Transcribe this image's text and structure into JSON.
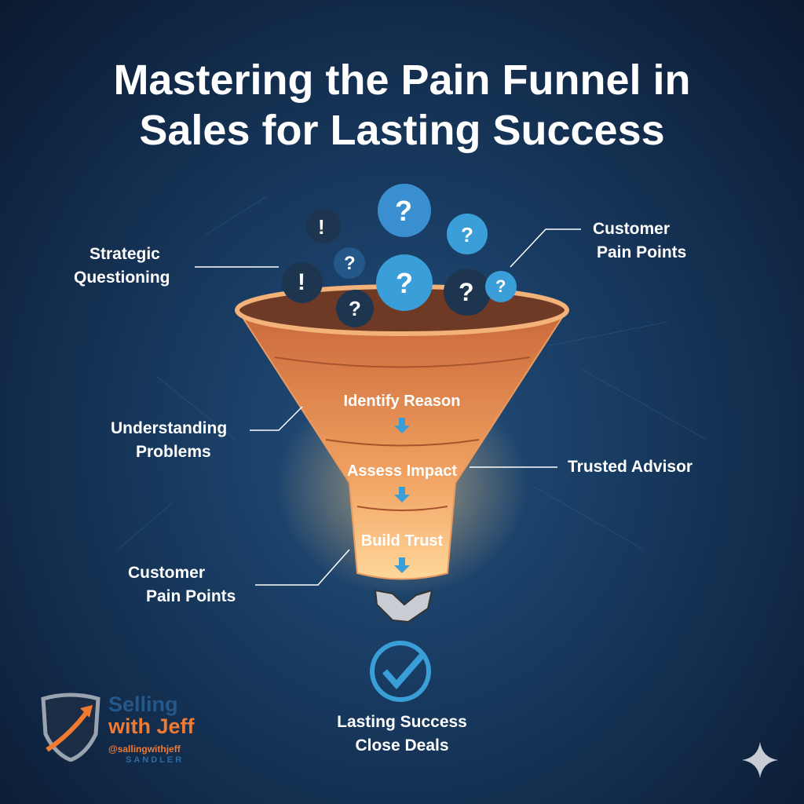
{
  "title": {
    "line1": "Mastering the Pain Funnel in",
    "line2": "Sales for Lasting Success"
  },
  "labels": {
    "strategic_questioning": [
      "Strategic",
      "Questioning"
    ],
    "customer_pain_points_top": [
      "Customer",
      "Pain Points"
    ],
    "understanding_problems": [
      "Understanding",
      "Problems"
    ],
    "trusted_advisor": "Trusted Advisor",
    "customer_pain_points_bottom": [
      "Customer",
      "Pain Points"
    ]
  },
  "stages": [
    "Identify Reason",
    "Assess Impact",
    "Build Trust"
  ],
  "outcome": [
    "Lasting Success",
    "Close Deals"
  ],
  "bubbles": [
    "!",
    "?",
    "?",
    "!",
    "?",
    "?",
    "?",
    "?",
    "?"
  ],
  "logo": {
    "line1": "Selling",
    "line2": "with Jeff",
    "handle": "@sallingwithjeff",
    "partner": "SANDLER"
  },
  "colors": {
    "funnel": "#d9804a",
    "accent": "#3a9fd8",
    "brand_orange": "#f07a30"
  }
}
